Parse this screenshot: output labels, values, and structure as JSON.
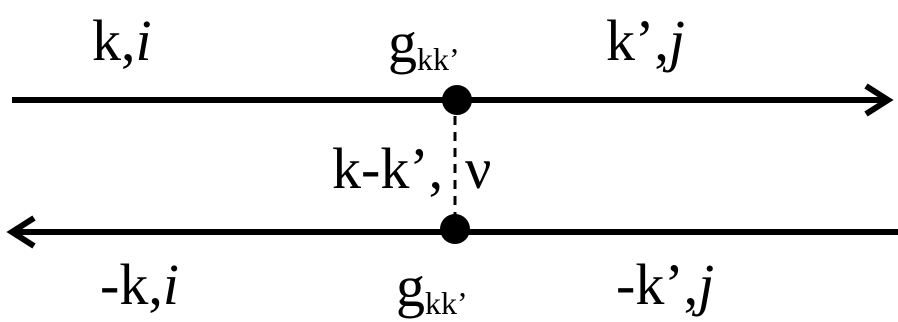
{
  "diagram": {
    "top_line": {
      "left_label": {
        "momentum": "k,",
        "index": "i"
      },
      "right_label": {
        "momentum": "k’,",
        "index": "j"
      },
      "vertex_label": {
        "base": "g",
        "subscript": "kk’"
      }
    },
    "bottom_line": {
      "left_label": {
        "momentum": "-k,",
        "index": "i"
      },
      "right_label": {
        "momentum": "-k’,",
        "index": "j"
      },
      "vertex_label": {
        "base": "g",
        "subscript": "kk’"
      }
    },
    "phonon_label": {
      "momentum": "k-k’,",
      "mode": "ν"
    },
    "colors": {
      "ink": "#000000",
      "background": "#ffffff"
    }
  }
}
